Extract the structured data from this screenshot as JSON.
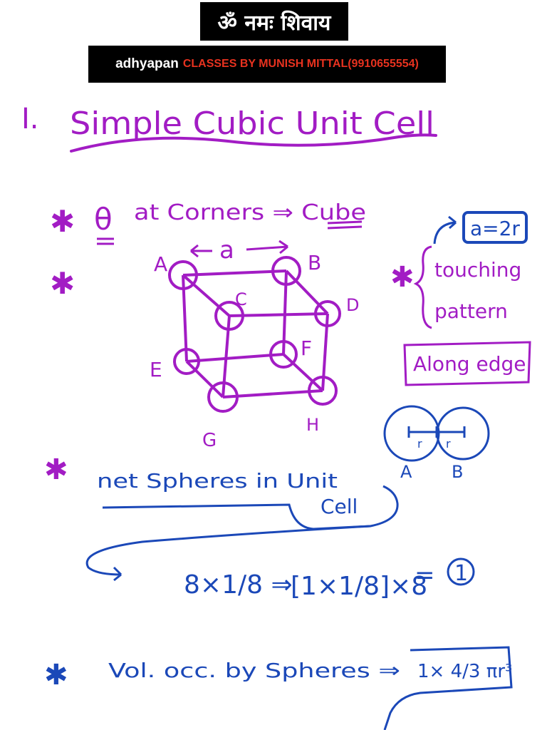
{
  "header": {
    "mantra": "ॐ नमः शिवाय",
    "brand": "adhyapan",
    "classes": "CLASSES BY MUNISH MITTAL(9910655554)"
  },
  "notes": {
    "title_number": "I.",
    "title": "Simple Cubic Unit Cell",
    "point1_symbol": "θ",
    "point1_text": "at Corners ⇒ Cube",
    "edge_label": "a",
    "corners": [
      "A",
      "B",
      "C",
      "D",
      "E",
      "F",
      "G",
      "H"
    ],
    "relation": "a=2r",
    "touching_line1": "touching",
    "touching_line2": "pattern",
    "along_edge": "Along edge",
    "radius_label": "r",
    "sphere_labels": [
      "A",
      "B"
    ],
    "net_spheres_line1": "net Spheres in Unit",
    "net_spheres_line2": "Cell",
    "eq_left": "8×1/8 ⇒",
    "eq_bracket": "[1×1/8]×8",
    "eq_equals": "=",
    "eq_result": "1",
    "vol_text": "Vol. occ. by Spheres ⇒",
    "vol_box": "1× 4/3 πr³",
    "bullet": "✱"
  },
  "colors": {
    "purple_ink": "#a21cc4",
    "blue_ink": "#1b48b8",
    "header_bg": "#000000",
    "brand_red": "#e8321f"
  }
}
